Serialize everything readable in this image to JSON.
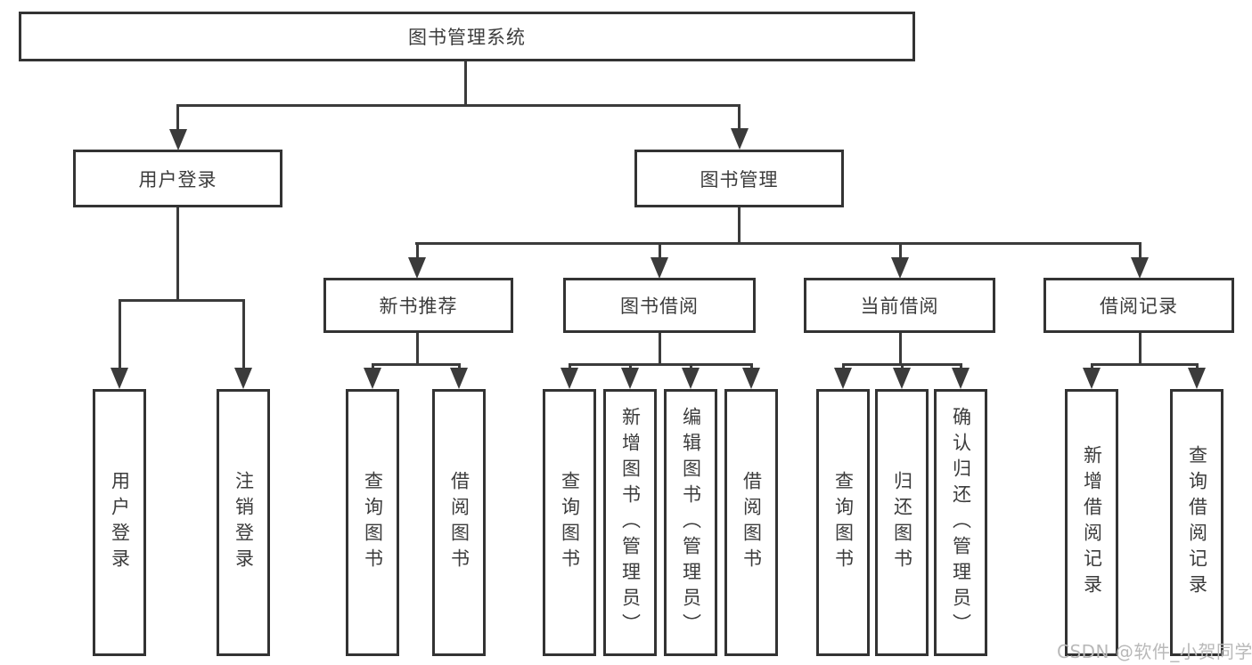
{
  "tree": {
    "root": "图书管理系统",
    "branches": [
      {
        "label": "用户登录",
        "children": [
          "用户登录",
          "注销登录"
        ]
      },
      {
        "label": "图书管理",
        "children": [
          {
            "label": "新书推荐",
            "children": [
              "查询图书",
              "借阅图书"
            ]
          },
          {
            "label": "图书借阅",
            "children": [
              "查询图书",
              "新增图书（管理员）",
              "编辑图书（管理员）",
              "借阅图书"
            ]
          },
          {
            "label": "当前借阅",
            "children": [
              "查询图书",
              "归还图书",
              "确认归还（管理员）"
            ]
          },
          {
            "label": "借阅记录",
            "children": [
              "新增借阅记录",
              "查询借阅记录"
            ]
          }
        ]
      }
    ]
  },
  "watermark": {
    "text": "CSDN @软件_小贺同学"
  },
  "colors": {
    "background": "#ffffff",
    "box_border": "#333333",
    "line": "#3b3b3b",
    "text": "#3c3c3c",
    "watermark_text": "#b9b9b9"
  }
}
